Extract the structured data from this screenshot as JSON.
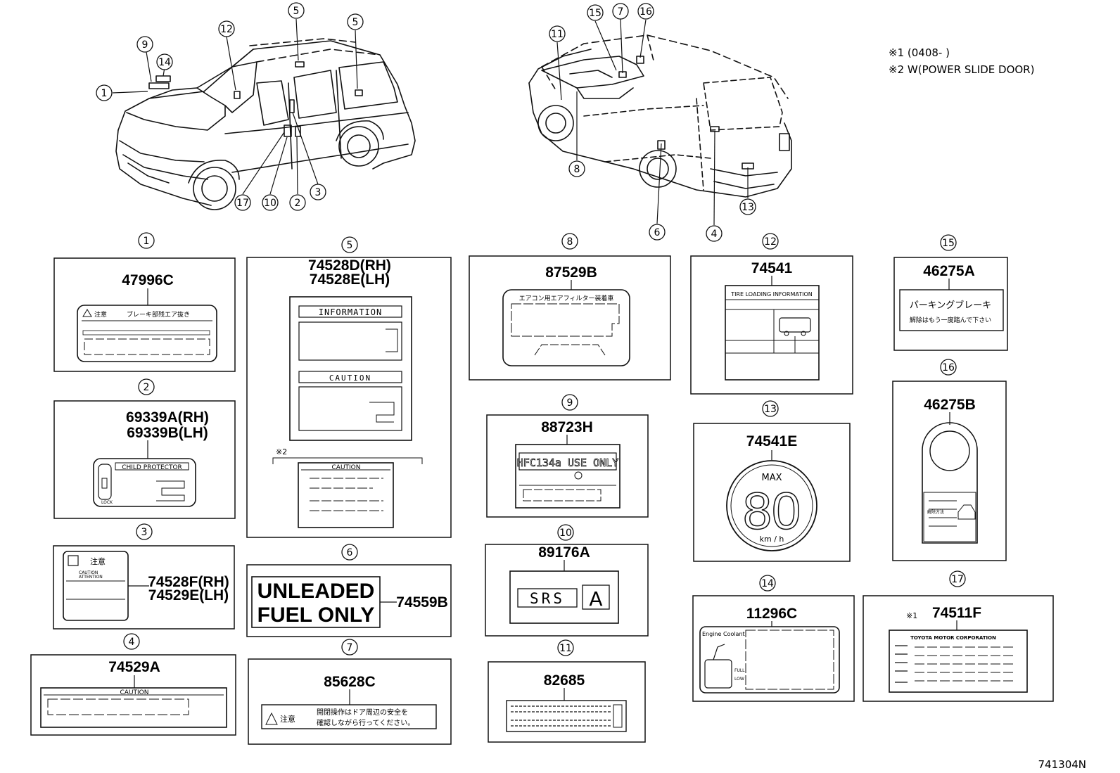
{
  "notes": {
    "note1": "※1 (0408-        )",
    "note2": "※2 W(POWER SLIDE DOOR)"
  },
  "diagram_code": "741304N",
  "callouts_front": [
    "9",
    "14",
    "12",
    "5",
    "5",
    "1",
    "17",
    "10",
    "2",
    "3"
  ],
  "callouts_rear": [
    "11",
    "15",
    "7",
    "16",
    "8",
    "6",
    "4",
    "13"
  ],
  "panels": {
    "p1": {
      "num": "1",
      "part": "47996C",
      "text1": "注意",
      "text2": "ブレーキ部残エア抜き"
    },
    "p2": {
      "num": "2",
      "part_a": "69339A(RH)",
      "part_b": "69339B(LH)",
      "text1": "CHILD PROTECTOR",
      "text2": "LOCK"
    },
    "p3": {
      "num": "3",
      "part_a": "74528F(RH)",
      "part_b": "74529E(LH)",
      "text1": "注意",
      "text2": "CAUTION",
      "text3": "ATTENTION"
    },
    "p4": {
      "num": "4",
      "part": "74529A",
      "text1": "CAUTION"
    },
    "p5": {
      "num": "5",
      "part_a": "74528D(RH)",
      "part_b": "74528E(LH)",
      "info": "INFORMATION",
      "caution": "CAUTION",
      "note": "※2",
      "caution2": "CAUTION"
    },
    "p6": {
      "num": "6",
      "line1": "UNLEADED",
      "line2": "FUEL ONLY",
      "part": "74559B"
    },
    "p7": {
      "num": "7",
      "part": "85628C",
      "text1": "注意",
      "text2": "開閉操作はドア周辺の安全を",
      "text3": "確認しながら行ってください。"
    },
    "p8": {
      "num": "8",
      "part": "87529B",
      "text1": "エアコン用エアフィルター装着車"
    },
    "p9": {
      "num": "9",
      "part": "88723H",
      "text1": "HFC134a USE ONLY"
    },
    "p10": {
      "num": "10",
      "part": "89176A",
      "text1": "SRS",
      "text2": "A"
    },
    "p11": {
      "num": "11",
      "part": "82685"
    },
    "p12": {
      "num": "12",
      "part": "74541",
      "text1": "TIRE LOADING INFORMATION"
    },
    "p13": {
      "num": "13",
      "part": "74541E",
      "max": "MAX",
      "speed": "80",
      "unit": "km / h"
    },
    "p14": {
      "num": "14",
      "part": "11296C",
      "text1": "Engine Coolant",
      "text2": "FULL",
      "text3": "LOW"
    },
    "p15": {
      "num": "15",
      "part": "46275A",
      "text1": "パーキングブレーキ",
      "text2": "解除はもう一度踏んで下さい"
    },
    "p16": {
      "num": "16",
      "part": "46275B",
      "text1": "解除方法"
    },
    "p17": {
      "num": "17",
      "note": "※1",
      "part": "74511F",
      "text1": "TOYOTA MOTOR CORPORATION"
    }
  }
}
